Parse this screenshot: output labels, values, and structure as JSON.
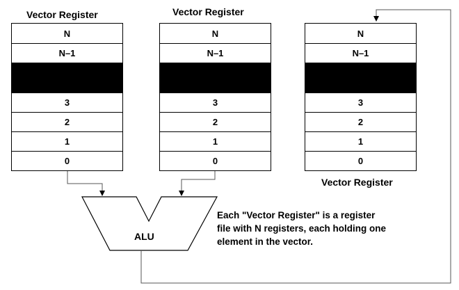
{
  "registers": [
    {
      "title": "Vector Register",
      "cells": [
        "N",
        "N–1",
        "",
        "3",
        "2",
        "1",
        "0"
      ]
    },
    {
      "title": "Vector Register",
      "cells": [
        "N",
        "N–1",
        "",
        "3",
        "2",
        "1",
        "0"
      ]
    },
    {
      "title": "Vector Register",
      "cells": [
        "N",
        "N–1",
        "",
        "3",
        "2",
        "1",
        "0"
      ]
    }
  ],
  "alu": {
    "label": "ALU"
  },
  "note": {
    "lines": [
      "Each \"Vector Register\" is a register",
      "file with N registers, each holding one",
      "element in the vector."
    ]
  }
}
